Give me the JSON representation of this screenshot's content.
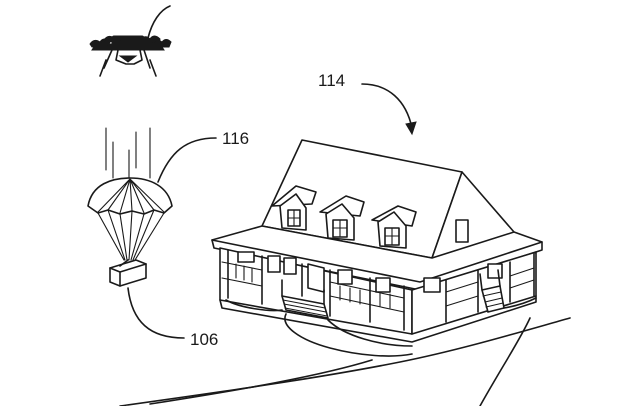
{
  "labels": {
    "house": "114",
    "parachute": "116",
    "package": "106"
  }
}
